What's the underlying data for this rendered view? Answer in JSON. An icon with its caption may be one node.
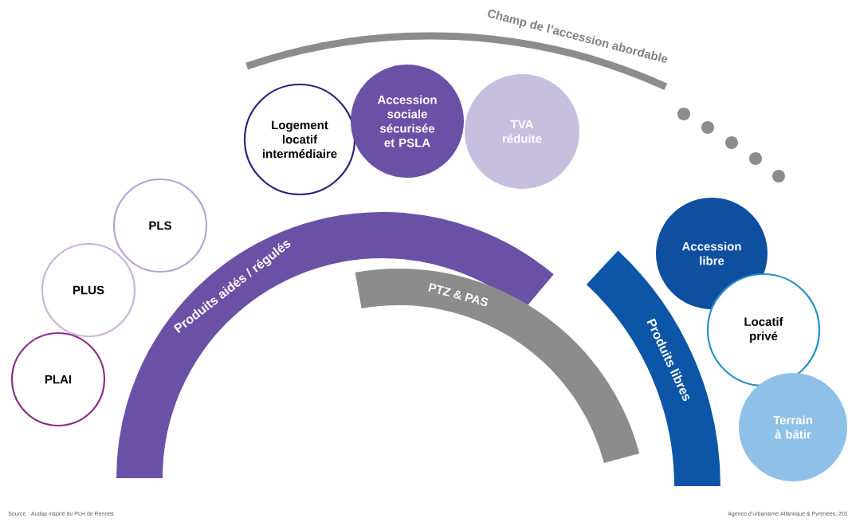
{
  "diagram": {
    "nodes": [
      {
        "text": [
          "Champ de l’accession abordable"
        ]
      },
      {
        "text": [
          "Logement locatif intermédiaire"
        ]
      },
      {
        "text": [
          "Accession sociale sécurisée et PSLA"
        ]
      },
      {
        "text": [
          "TVA réduite"
        ]
      },
      {
        "text": [
          "PLS"
        ]
      },
      {
        "text": [
          "PLUS"
        ]
      },
      {
        "text": [
          "Produits aidés / régulés"
        ]
      },
      {
        "text": [
          "Accession libre"
        ]
      },
      {
        "text": [
          "PTZ & PAS"
        ]
      },
      {
        "text": [
          "Locatif privé"
        ]
      },
      {
        "text": [
          "Produits libres"
        ]
      },
      {
        "text": [
          "PLAI"
        ]
      },
      {
        "text": [
          "Terrain à bâtir"
        ]
      }
    ],
    "labels": [
      "Source : Audap inspiré du PLH de Rennes",
      "Agence d’urbanisme Atlantique & Pyrénées, 201"
    ]
  }
}
